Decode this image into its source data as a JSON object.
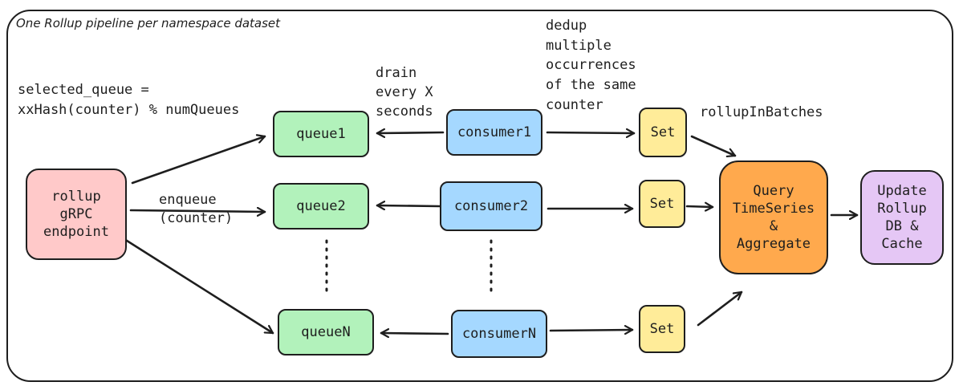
{
  "frame": {
    "title": "One Rollup pipeline per namespace dataset"
  },
  "annotations": {
    "selected_queue": "selected_queue =\nxxHash(counter) % numQueues",
    "drain": "drain\nevery X\nseconds",
    "dedup": "dedup\nmultiple\noccurrences\nof the same\ncounter",
    "rollup_in_batches": "rollupInBatches",
    "enqueue": "enqueue\n(counter)"
  },
  "nodes": {
    "endpoint": "rollup\ngRPC\nendpoint",
    "queue1": "queue1",
    "queue2": "queue2",
    "queueN": "queueN",
    "consumer1": "consumer1",
    "consumer2": "consumer2",
    "consumerN": "consumerN",
    "set1": "Set",
    "set2": "Set",
    "setN": "Set",
    "aggregate": "Query\nTimeSeries\n&\nAggregate",
    "update": "Update\nRollup\nDB &\nCache"
  },
  "colors": {
    "endpoint": "#ffc9c9",
    "queue": "#b2f2bb",
    "consumer": "#a5d8ff",
    "set": "#ffec99",
    "aggregate": "#ffa94d",
    "update": "#e5c7f5",
    "stroke": "#1e1e1e"
  }
}
